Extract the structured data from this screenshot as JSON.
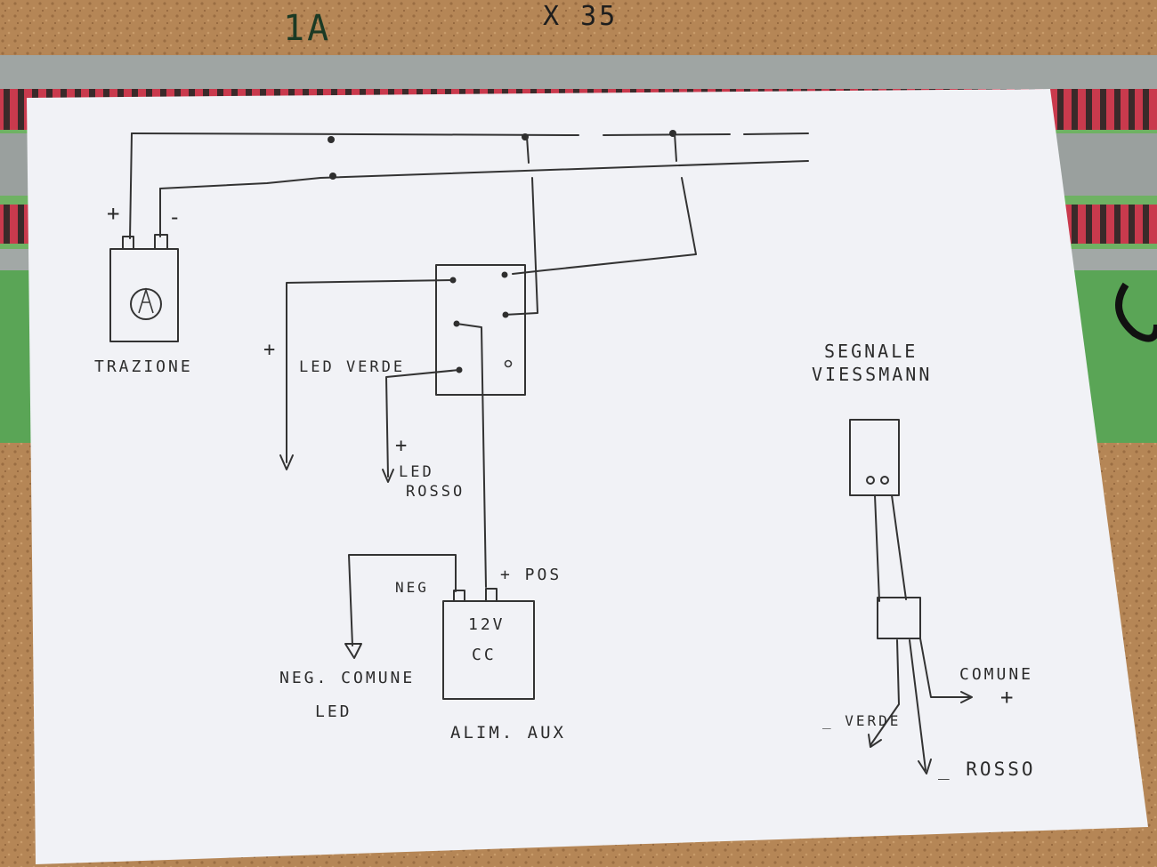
{
  "diagram": {
    "labels": {
      "trazione": "TRAZIONE",
      "trazione_plus": "+",
      "trazione_minus": "-",
      "relay_plus": "+",
      "led_verde": "LED VERDE",
      "led_rosso_plus": "+",
      "led_rosso_1": "LED",
      "led_rosso_2": "ROSSO",
      "neg": "NEG",
      "pos": "+ POS",
      "psu_line1": "12V",
      "psu_line2": "CC",
      "alim_aux": "ALIM. AUX",
      "neg_comune_1": "NEG. COMUNE",
      "neg_comune_2": "LED",
      "segnale_1": "SEGNALE",
      "segnale_2": "VIESSMANN",
      "comune": "COMUNE",
      "comune_plus": "+",
      "verde": "_ VERDE",
      "rosso": "_ ROSSO"
    },
    "background_marks": {
      "mark1": "1A",
      "mark2": "X 35"
    }
  },
  "colors": {
    "cork": "#b98a5c",
    "paper": "#f2f3f7",
    "ink": "#2b2b2b",
    "track_red": "#c8354a",
    "grass_green": "#5fa85a"
  }
}
